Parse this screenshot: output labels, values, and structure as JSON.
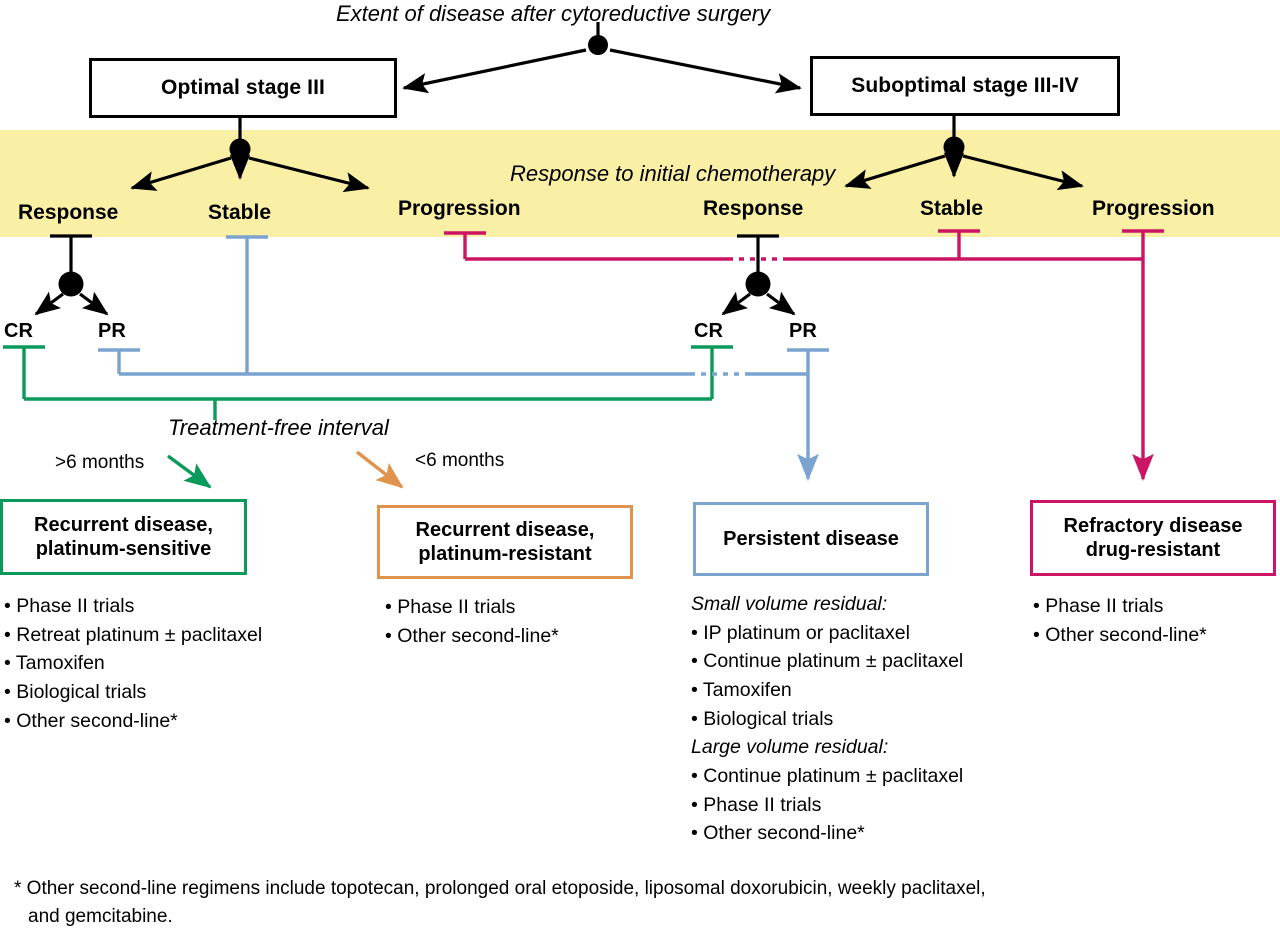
{
  "diagram": {
    "title_top": "Extent of disease after cytoreductive surgery",
    "band_title": "Response to initial chemotherapy",
    "tfi_title": "Treatment-free interval",
    "colors": {
      "band": "#faf0a5",
      "black": "#000000",
      "green": "#0b9a5c",
      "orange": "#e0934d",
      "blue": "#7ba3d0",
      "magenta": "#cc1464"
    }
  },
  "stage_nodes": [
    {
      "label": "Optimal stage III"
    },
    {
      "label": "Suboptimal stage III-IV"
    }
  ],
  "response_labels_left": [
    {
      "label": "Response"
    },
    {
      "label": "Stable"
    },
    {
      "label": "Progression"
    }
  ],
  "response_labels_right": [
    {
      "label": "Response"
    },
    {
      "label": "Stable"
    },
    {
      "label": "Progression"
    }
  ],
  "cr_pr_left": [
    {
      "label": "CR"
    },
    {
      "label": "PR"
    }
  ],
  "cr_pr_right": [
    {
      "label": "CR"
    },
    {
      "label": "PR"
    }
  ],
  "interval_labels": [
    {
      "label": ">6 months"
    },
    {
      "label": "<6 months"
    }
  ],
  "outcomes": [
    {
      "title_line1": "Recurrent disease,",
      "title_line2": "platinum-sensitive",
      "border": "#0b9a5c",
      "items": [
        "• Phase II trials",
        "• Retreat platinum ± paclitaxel",
        "• Tamoxifen",
        "• Biological trials",
        "• Other second-line*"
      ]
    },
    {
      "title_line1": "Recurrent disease,",
      "title_line2": "platinum-resistant",
      "border": "#e0934d",
      "items": [
        "• Phase II trials",
        "• Other second-line*"
      ]
    },
    {
      "title_line1": "Persistent disease",
      "title_line2": "",
      "border": "#7ba3d0",
      "group1_heading": "Small volume residual:",
      "group1_items": [
        "• IP platinum or paclitaxel",
        "• Continue platinum ± paclitaxel",
        "• Tamoxifen",
        "• Biological trials"
      ],
      "group2_heading": "Large volume residual:",
      "group2_items": [
        "• Continue platinum ± paclitaxel",
        "• Phase II trials",
        "• Other second-line*"
      ]
    },
    {
      "title_line1": "Refractory disease",
      "title_line2": "drug-resistant",
      "border": "#cc1464",
      "items": [
        "• Phase II trials",
        "• Other second-line*"
      ]
    }
  ],
  "footnote": {
    "line1": "* Other second-line regimens include topotecan, prolonged oral etoposide, liposomal doxorubicin, weekly paclitaxel,",
    "line2": "and gemcitabine."
  }
}
